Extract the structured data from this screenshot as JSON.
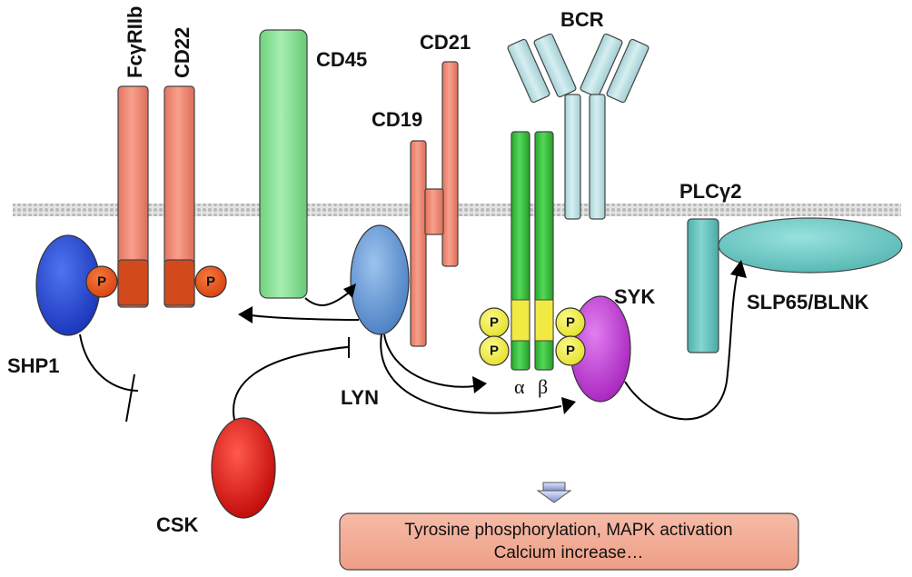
{
  "labels": {
    "fcgriib": "FcγRIIb",
    "cd22": "CD22",
    "cd45": "CD45",
    "cd21": "CD21",
    "cd19": "CD19",
    "bcr": "BCR",
    "plcg2": "PLCγ2",
    "shp1": "SHP1",
    "lyn": "LYN",
    "syk": "SYK",
    "slp65": "SLP65/BLNK",
    "csk": "CSK",
    "alpha": "α",
    "beta": "β",
    "phospho": "P"
  },
  "output": {
    "line1": "Tyrosine phosphorylation, MAPK activation",
    "line2": "Calcium increase…"
  },
  "colors": {
    "membrane": "#cfcfcf",
    "salmon": "#f0907c",
    "salmon_dark": "#d9481a",
    "cd45_green": "#8fe39b",
    "igab_green": "#3bc33f",
    "bcr_blue": "#b8e0e4",
    "lyn_blue": "#6b9fd8",
    "shp1_blue": "#2449d9",
    "syk_purple": "#c43fd6",
    "phospho_yellow": "#f3f04a",
    "csk_red": "#e01818",
    "plc_teal": "#66c4c0",
    "output_box": "#f2a992"
  }
}
